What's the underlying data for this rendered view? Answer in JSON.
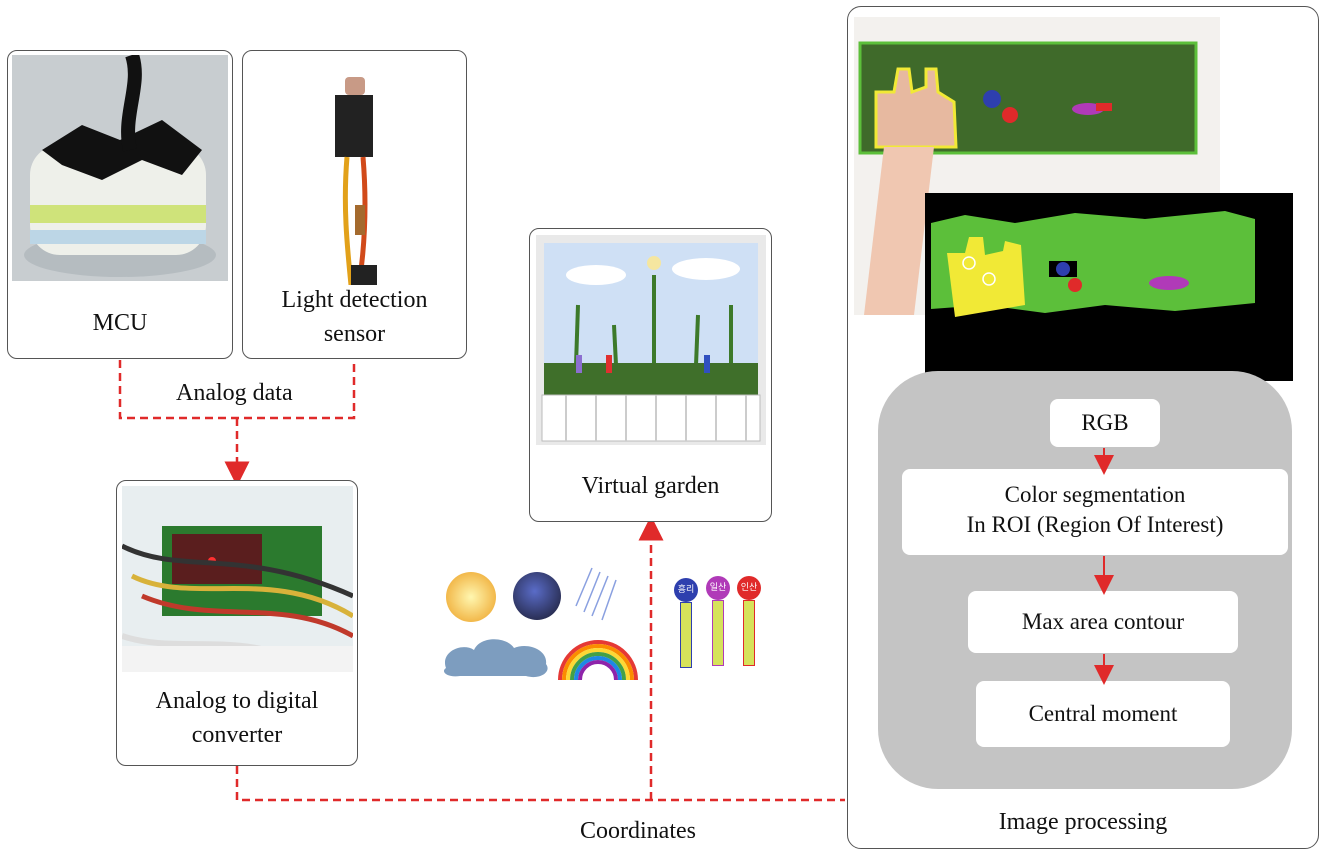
{
  "boxes": {
    "mcu": "MCU",
    "light_sensor": [
      "Light detection",
      "sensor"
    ],
    "adc": [
      "Analog to digital",
      "converter"
    ],
    "virtual_garden": "Virtual garden"
  },
  "labels": {
    "analog_data": "Analog data",
    "coordinates": "Coordinates",
    "image_processing": "Image processing"
  },
  "pipeline": [
    "RGB",
    "Color segmentation\nIn ROI (Region Of Interest)",
    "Max area contour",
    "Central moment"
  ],
  "stick_tags": [
    "흥리",
    "일산",
    "인산"
  ],
  "colors": {
    "arrow": "#e02a2a",
    "panel_gray": "#c4c4c4",
    "grass": "#5cbf3a",
    "hand": "#f1e936"
  }
}
